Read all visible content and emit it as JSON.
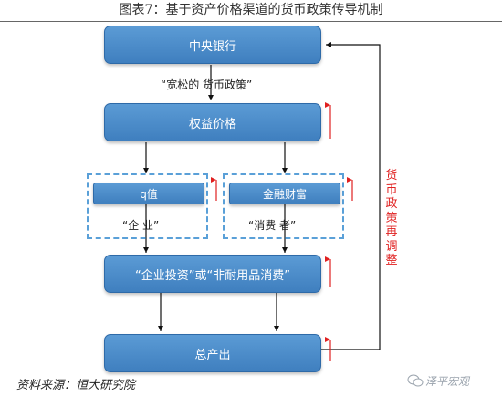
{
  "title": "图表7：基于资产价格渠道的货币政策传导机制",
  "nodes": {
    "central_bank": "中央银行",
    "asset_price": "权益价格",
    "q_value": "q值",
    "financial_wealth": "金融财富",
    "investment_consumption": "“企业投资”或“非耐用品消费”",
    "total_output": "总产出"
  },
  "labels": {
    "loose_policy": "“宽松的 货币政策”",
    "enterprise": "“企 业”",
    "consumer": "“消费 者”"
  },
  "feedback_label": [
    "货",
    "币",
    "政",
    "策",
    "再",
    "调",
    "整"
  ],
  "source": "资料来源：恒大研究院",
  "watermark": "泽平宏观",
  "colors": {
    "box": "#4a8ccb",
    "arrow": "#111111",
    "up_arrow": "#e02020",
    "dash_border": "#5aa0d8"
  }
}
